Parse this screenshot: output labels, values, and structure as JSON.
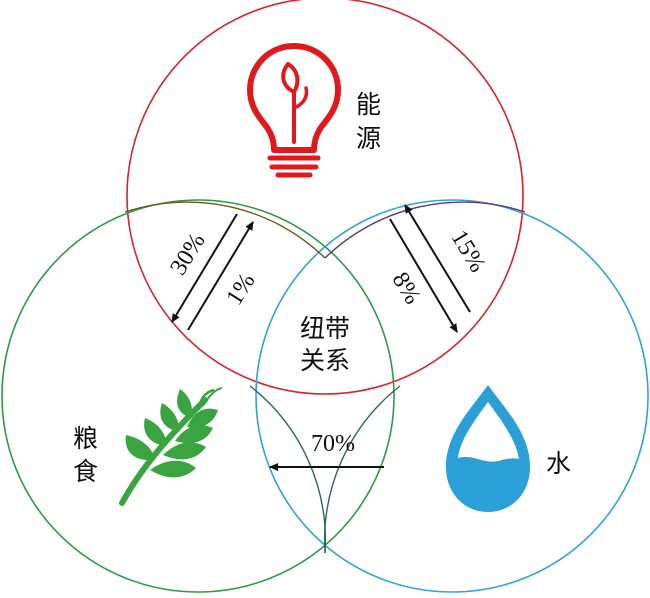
{
  "nodes": {
    "energy": {
      "label_line1": "能",
      "label_line2": "源",
      "color": "#e0191d",
      "icon": "lightbulb-icon"
    },
    "food": {
      "label_line1": "粮",
      "label_line2": "食",
      "color": "#2a9a3f",
      "icon": "wheat-icon"
    },
    "water": {
      "label": "水",
      "color": "#2a9fd8",
      "icon": "water-drop-icon"
    }
  },
  "center": {
    "line1": "纽带",
    "line2": "关系"
  },
  "flows": {
    "energy_to_food": "30%",
    "food_to_energy": "1%",
    "water_to_energy": "15%",
    "energy_to_water": "8%",
    "water_to_food": "70%"
  }
}
